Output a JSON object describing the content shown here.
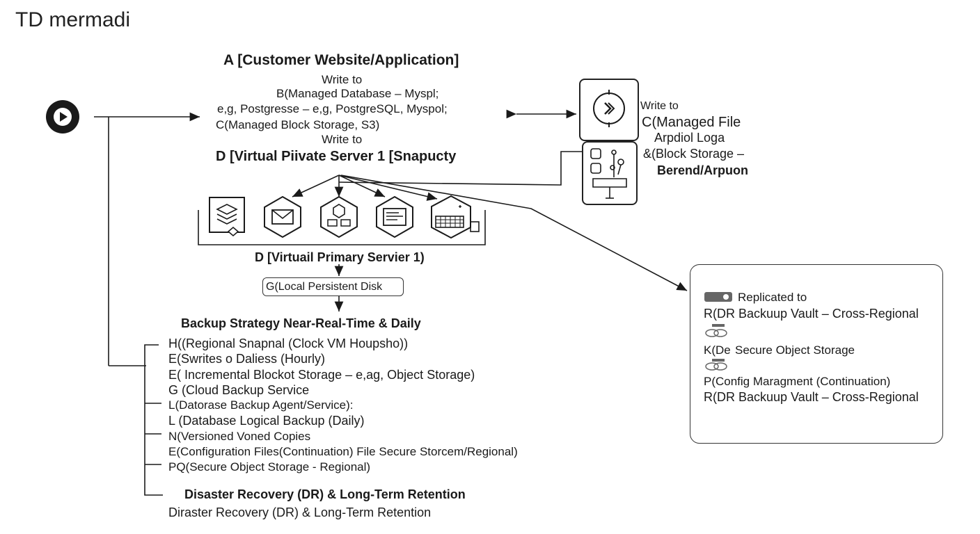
{
  "title": "TD mermadi",
  "app": {
    "title": "A [Customer Website/Application]",
    "write_to_1": "Write to",
    "db_line1": "B(Managed Database – Myspl;",
    "db_line2": "e,g, Postgresse – e,g, PostgreSQL, Myspol;",
    "db_line3": "C(Managed Block Storage, S3)",
    "write_to_2": "Write to",
    "vps_snapshot": "D [Virtual Piivate Server 1 [Snapucty"
  },
  "file_storage": {
    "write_to": "Write to",
    "line1": "C(Managed File",
    "line2": "Arpdiol Loga",
    "line3": "&(Block Storage –",
    "line4": "Berend/Arpuon"
  },
  "primary_server": {
    "label": "D [Virtuail Primary Servier 1)",
    "disk": "G(Local Persistent Disk"
  },
  "backup": {
    "heading": "Backup Strategy Near-Real-Time & Daily",
    "items": [
      "H((Regional Snapnal (Clock VM Houpsho))",
      "E(Swrites o Daliess (Hourly)",
      "E( Incremental Blockot Storage – e,ag, Object Storage)",
      "G (Cloud Backup Service",
      "L(Datorase Backup Agent/Service):",
      "L (Database Logical Backup (Daily)",
      "N(Versioned Voned Copies",
      "E(Configuration Files(Continuation) File Secure Storcem/Regional)",
      "PQ(Secure Object Storage - Regional)"
    ]
  },
  "dr": {
    "heading": "Disaster Recovery (DR) & Long-Term Retention",
    "subheading": "Diraster Recovery (DR) & Long-Term Retention"
  },
  "dr_panel": {
    "replicated": "Replicated to",
    "vault1": "R(DR Backuup Vault – Cross-Regional",
    "secure": "Secure Object Storage",
    "secure_prefix": "K(De",
    "config": "P(Config Maragment (Continuation)",
    "vault2": "R(DR Backuup Vault – Cross-Regional"
  },
  "icons": {
    "start": "play-circle-icon",
    "file_storage": "chevron-target-icon",
    "db_node": "database-tree-icon",
    "services": [
      "layers-icon",
      "mail-icon",
      "cube-icon",
      "document-icon",
      "keyboard-icon"
    ],
    "toggle": "toggle-switch-icon",
    "link": "chain-link-icon"
  },
  "colors": {
    "stroke": "#1a1a1a",
    "toggle_fill": "#666666",
    "background": "#ffffff"
  }
}
